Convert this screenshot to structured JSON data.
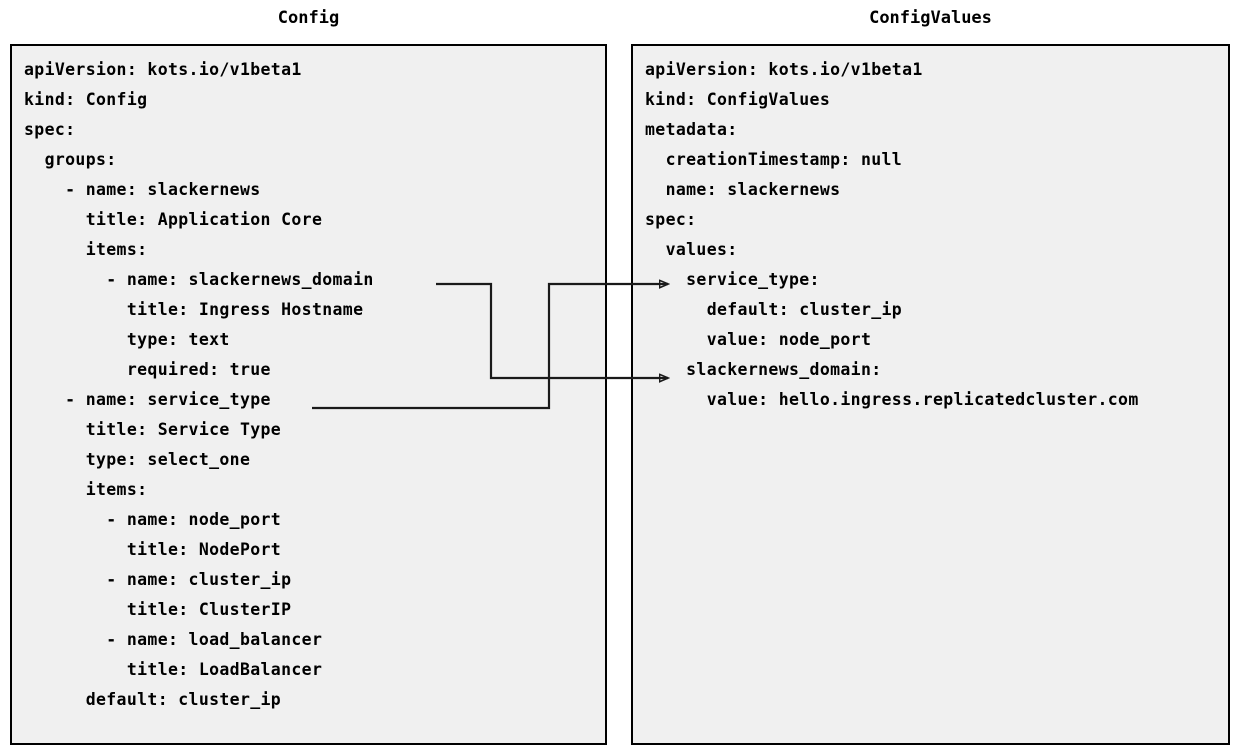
{
  "panels": {
    "left": {
      "title": "Config",
      "text": "apiVersion: kots.io/v1beta1\nkind: Config\nspec:\n  groups:\n    - name: slackernews\n      title: Application Core\n      items:\n        - name: slackernews_domain\n          title: Ingress Hostname\n          type: text\n          required: true\n    - name: service_type\n      title: Service Type\n      type: select_one\n      items:\n        - name: node_port\n          title: NodePort\n        - name: cluster_ip\n          title: ClusterIP\n        - name: load_balancer\n          title: LoadBalancer\n      default: cluster_ip",
      "lines": [
        "apiVersion: kots.io/v1beta1",
        "kind: Config",
        "spec:",
        "  groups:",
        "    - name: slackernews",
        "      title: Application Core",
        "      items:",
        "        - name: slackernews_domain",
        "          title: Ingress Hostname",
        "          type: text",
        "          required: true",
        "    - name: service_type",
        "      title: Service Type",
        "      type: select_one",
        "      items:",
        "        - name: node_port",
        "          title: NodePort",
        "        - name: cluster_ip",
        "          title: ClusterIP",
        "        - name: load_balancer",
        "          title: LoadBalancer",
        "      default: cluster_ip"
      ]
    },
    "right": {
      "title": "ConfigValues",
      "text": "apiVersion: kots.io/v1beta1\nkind: ConfigValues\nmetadata:\n  creationTimestamp: null\n  name: slackernews\nspec:\n  values:\n    service_type:\n      default: cluster_ip\n      value: node_port\n    slackernews_domain:\n      value: hello.ingress.replicatedcluster.com",
      "lines": [
        "apiVersion: kots.io/v1beta1",
        "kind: ConfigValues",
        "metadata:",
        "  creationTimestamp: null",
        "  name: slackernews",
        "spec:",
        "  values:",
        "    service_type:",
        "      default: cluster_ip",
        "      value: node_port",
        "    slackernews_domain:",
        "      value: hello.ingress.replicatedcluster.com"
      ]
    }
  },
  "connectors": [
    {
      "id": "slackernews-domain-link",
      "from_label": "slackernews_domain",
      "to_label": "slackernews_domain:",
      "source_side": "left-panel",
      "target_side": "right-panel"
    },
    {
      "id": "service-type-link",
      "from_label": "service_type",
      "to_label": "service_type:",
      "source_side": "left-panel",
      "target_side": "right-panel"
    }
  ],
  "colors": {
    "panel_background": "#f0f0f0",
    "panel_border": "#000000",
    "text": "#000000",
    "connector": "#1a1a1a",
    "page_background": "#ffffff"
  }
}
